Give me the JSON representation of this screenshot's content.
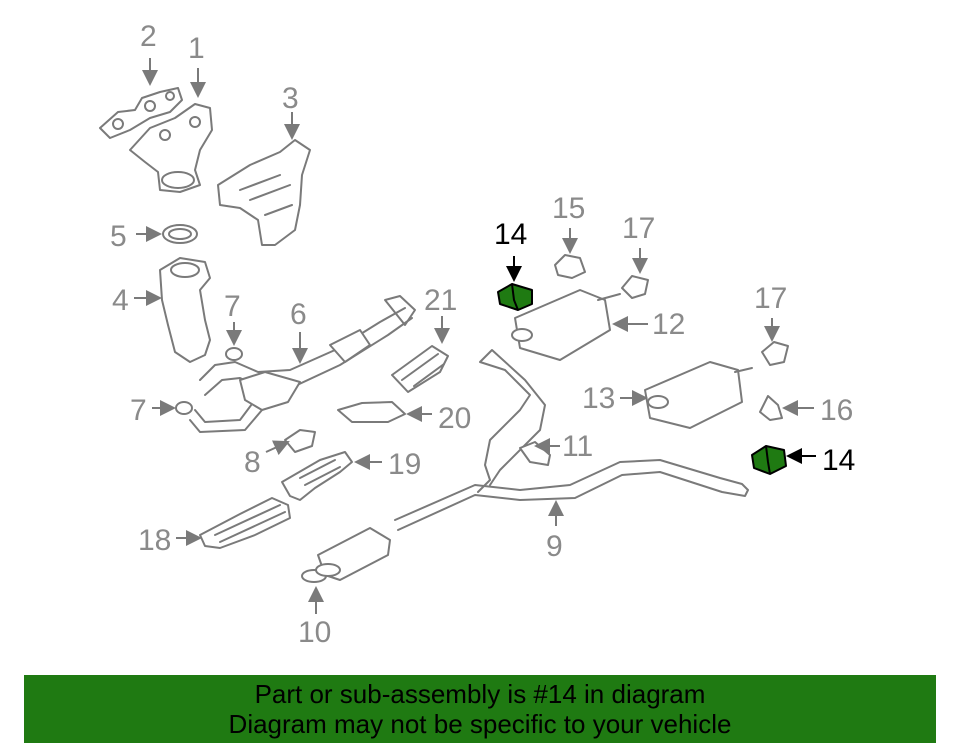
{
  "diagram": {
    "callouts": [
      {
        "id": "c2",
        "label": "2"
      },
      {
        "id": "c1",
        "label": "1"
      },
      {
        "id": "c3",
        "label": "3"
      },
      {
        "id": "c5",
        "label": "5"
      },
      {
        "id": "c4",
        "label": "4"
      },
      {
        "id": "c7a",
        "label": "7"
      },
      {
        "id": "c6",
        "label": "6"
      },
      {
        "id": "c21",
        "label": "21"
      },
      {
        "id": "c7b",
        "label": "7"
      },
      {
        "id": "c20",
        "label": "20"
      },
      {
        "id": "c8",
        "label": "8"
      },
      {
        "id": "c19",
        "label": "19"
      },
      {
        "id": "c18",
        "label": "18"
      },
      {
        "id": "c10",
        "label": "10"
      },
      {
        "id": "c9",
        "label": "9"
      },
      {
        "id": "c11",
        "label": "11"
      },
      {
        "id": "c14a",
        "label": "14"
      },
      {
        "id": "c15",
        "label": "15"
      },
      {
        "id": "c17a",
        "label": "17"
      },
      {
        "id": "c12",
        "label": "12"
      },
      {
        "id": "c17b",
        "label": "17"
      },
      {
        "id": "c13",
        "label": "13"
      },
      {
        "id": "c16",
        "label": "16"
      },
      {
        "id": "c14b",
        "label": "14"
      }
    ],
    "highlight_part": "14",
    "colors": {
      "highlight": "#1f7a12",
      "line": "#7a7a7a",
      "banner": "#1f7a12"
    }
  },
  "banner": {
    "line1": "Part or sub-assembly is #14 in diagram",
    "line2": "Diagram may not be specific to your vehicle"
  }
}
